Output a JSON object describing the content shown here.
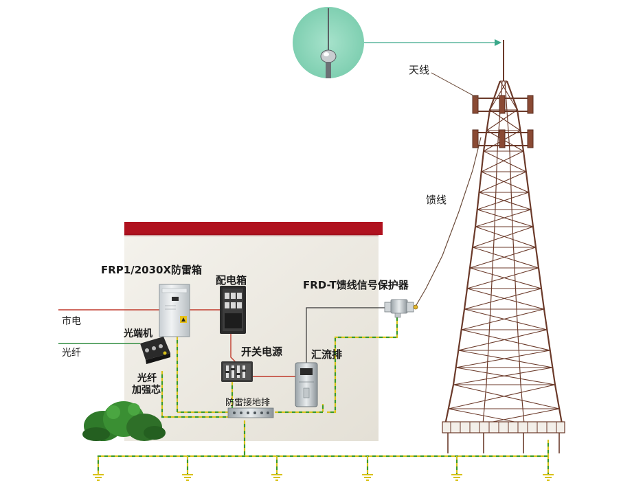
{
  "labels": {
    "antenna": "天线",
    "feeder": "馈线",
    "lightning_box": "FRP1/2030X防雷箱",
    "distribution_box": "配电箱",
    "feeder_protector": "FRD-T馈线信号保护器",
    "mains": "市电",
    "optical_terminal": "光端机",
    "fiber": "光纤",
    "fiber_core_line1": "光纤",
    "fiber_core_line2": "加强芯",
    "switch_power": "开关电源",
    "busbar": "汇流排",
    "ground_bar": "防雷接地排"
  },
  "colors": {
    "roof": "#b0121f",
    "wall": "#efece4",
    "mains_line": "#c0392b",
    "fiber_line": "#2e8b3e",
    "ground_wire_yellow": "#d8c21a",
    "ground_wire_green": "#3a9a2a",
    "tower": "#6b3a2a",
    "inset_circle": "#8fd6bb"
  }
}
